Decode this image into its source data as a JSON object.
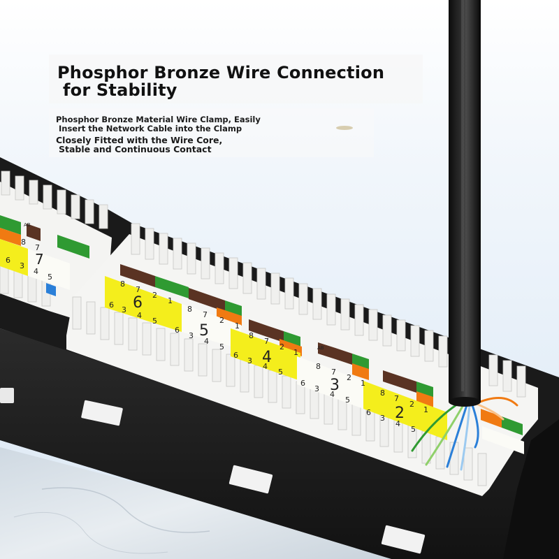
{
  "headline": {
    "line1": "Phosphor Bronze Wire Connection",
    "line2": "for Stability"
  },
  "subtext": [
    {
      "line1": "Phosphor Bronze Material Wire Clamp, Easily",
      "line2": "Insert the Network Cable into the Clamp"
    },
    {
      "line1": "Closely Fitted with the Wire Core,",
      "line2": "Stable and Continuous Contact"
    }
  ],
  "block_labels": {
    "block7": {
      "big": "7",
      "pins_top": [
        "8",
        "7"
      ],
      "pins_bottom": [
        "6",
        "3",
        "4",
        "5"
      ]
    },
    "block6": {
      "big": "6",
      "pins_top": [
        "8",
        "7",
        "2",
        "1"
      ],
      "pins_bottom": [
        "6",
        "3",
        "4",
        "5"
      ]
    },
    "block5": {
      "big": "5",
      "pins_top": [
        "8",
        "7",
        "2",
        "1"
      ],
      "pins_bottom": [
        "6",
        "3",
        "4",
        "5"
      ]
    },
    "block4": {
      "big": "4",
      "pins_top": [
        "8",
        "7",
        "2",
        "1"
      ],
      "pins_bottom": [
        "6",
        "3",
        "4",
        "5"
      ]
    },
    "block3": {
      "big": "3",
      "pins_top": [
        "8",
        "7",
        "2",
        "1"
      ],
      "pins_bottom": [
        "6",
        "3",
        "4",
        "5"
      ]
    },
    "block2": {
      "big": "2",
      "pins_top": [
        "8",
        "7",
        "2",
        "1"
      ],
      "pins_bottom": [
        "6",
        "3",
        "4",
        "5"
      ]
    },
    "ab_tag": "AB"
  },
  "colors": {
    "panel_black": "#1c1c1c",
    "label_yellow": "#f4ee1c",
    "label_white": "#fbfbf6",
    "wire_brown": "#5a3323",
    "wire_green": "#2f9a32",
    "wire_orange": "#f07a12",
    "wire_blue": "#2a7fd8",
    "teeth_white": "#f1f1ef",
    "background_blue": "#e6f0f9",
    "marble": "#dce5ec"
  }
}
